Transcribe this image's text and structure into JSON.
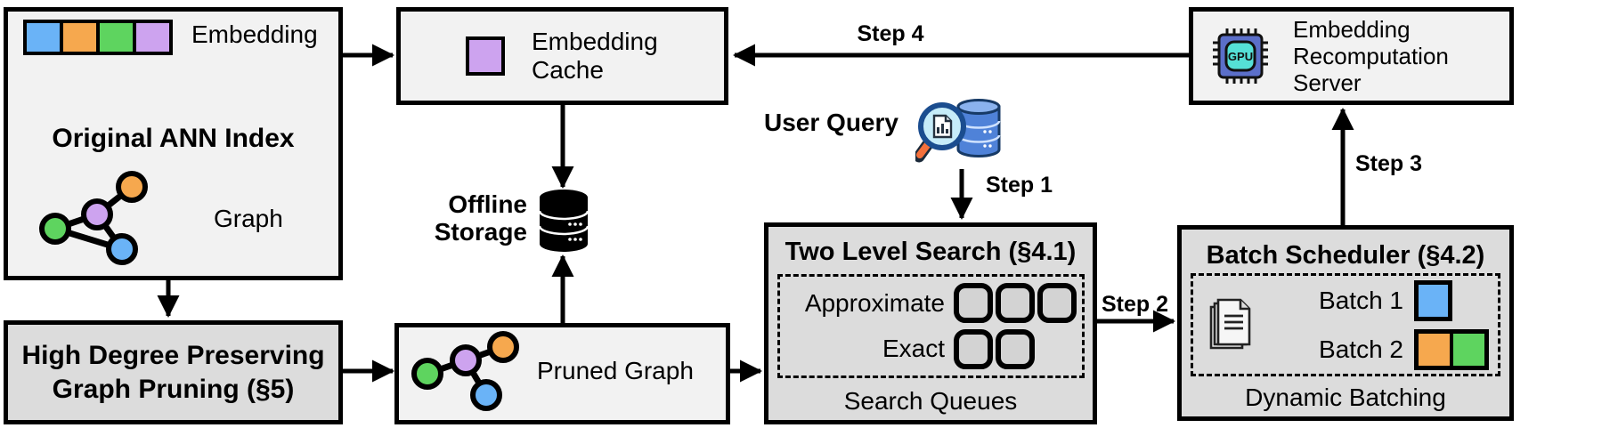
{
  "colors": {
    "blue": "#6ab3f7",
    "orange": "#f6a84e",
    "green": "#5ed45f",
    "purple": "#cda3ef",
    "box_light": "#f2f2f2",
    "box_dark": "#dcdcdc",
    "queue_fill": "#d3d3d3"
  },
  "ann_index": {
    "title": "Original ANN Index",
    "embedding_label": "Embedding",
    "graph_label": "Graph"
  },
  "embedding_cache": {
    "line1": "Embedding",
    "line2": "Cache"
  },
  "offline_storage": {
    "line1": "Offline",
    "line2": "Storage"
  },
  "user_query": {
    "label": "User Query"
  },
  "two_level_search": {
    "title": "Two Level Search (§4.1)",
    "approximate_label": "Approximate",
    "exact_label": "Exact",
    "approximate_queue_count": 3,
    "exact_queue_count": 2,
    "caption": "Search Queues"
  },
  "batch_scheduler": {
    "title": "Batch Scheduler (§4.2)",
    "batch1_label": "Batch 1",
    "batch2_label": "Batch 2",
    "caption": "Dynamic Batching"
  },
  "recomputation_server": {
    "line1": "Embedding",
    "line2": "Recomputation",
    "line3": "Server"
  },
  "high_degree_pruning": {
    "line1": "High Degree Preserving",
    "line2": "Graph Pruning (§5)"
  },
  "pruned_graph": {
    "label": "Pruned Graph"
  },
  "steps": {
    "step1": "Step 1",
    "step2": "Step 2",
    "step3": "Step 3",
    "step4": "Step 4"
  },
  "gpu_chip_label": "GPU"
}
